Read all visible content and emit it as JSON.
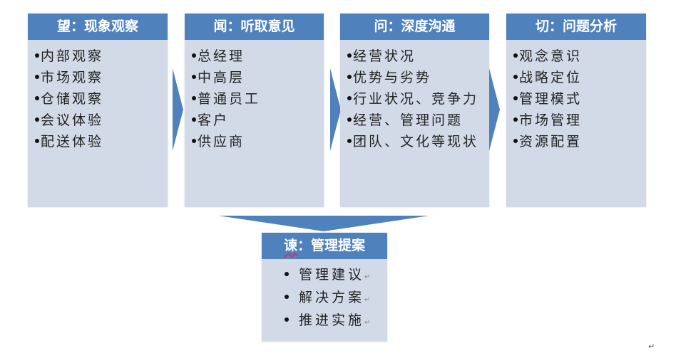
{
  "boxes": [
    {
      "title": "望：现象观察",
      "items": [
        "内部观察",
        "市场观察",
        "仓储观察",
        "会议体验",
        "配送体验"
      ]
    },
    {
      "title": "闻：听取意见",
      "items": [
        "总经理",
        "中高层",
        "普通员工",
        "客户",
        "供应商"
      ]
    },
    {
      "title": "问：深度沟通",
      "items": [
        "经营状况",
        "优势与劣势",
        "行业状况、竞争力",
        "经营、管理问题",
        "团队、文化等现状"
      ]
    },
    {
      "title": "切：问题分析",
      "items": [
        "观念意识",
        "战略定位",
        "管理模式",
        "市场管理",
        "资源配置"
      ]
    }
  ],
  "bottom": {
    "title_prefix": "谏",
    "title_rest": "：管理提案",
    "items": [
      "管理建议",
      "解决方案",
      "推进实施"
    ],
    "para_mark": "↵"
  },
  "page_para_mark": "↵",
  "colors": {
    "header": "#4f81bd",
    "body": "#d2dae8",
    "arrow": "#4f81bd"
  }
}
